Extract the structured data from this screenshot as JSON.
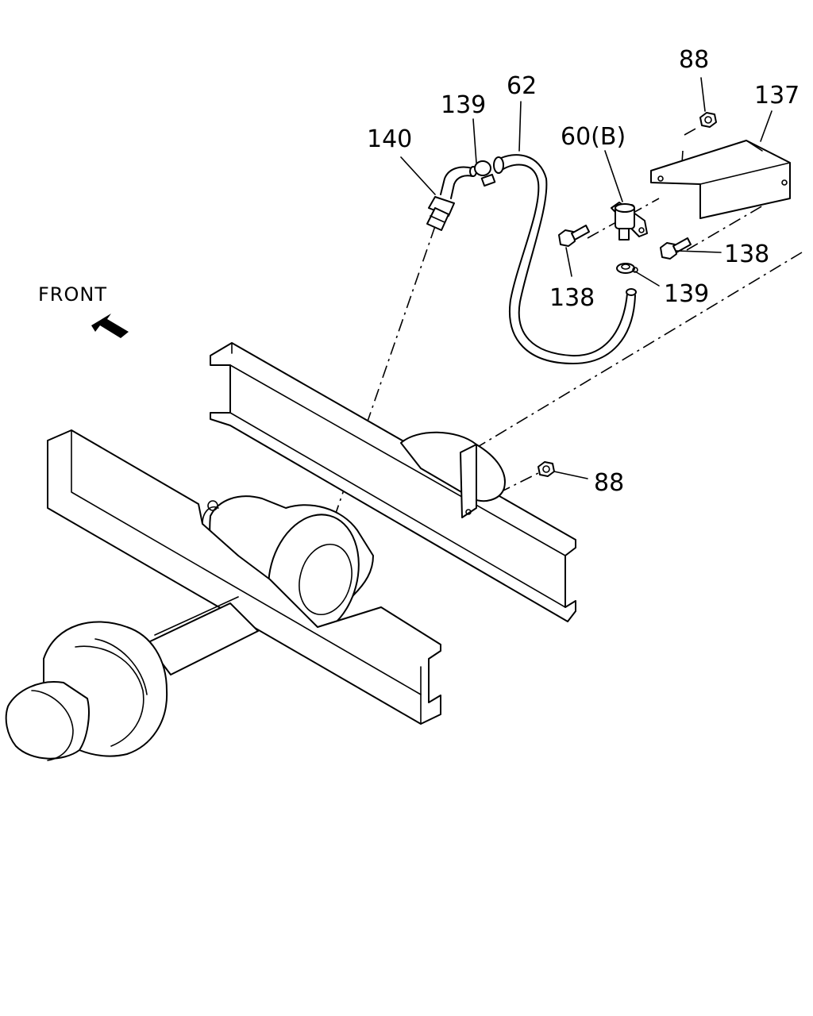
{
  "diagram": {
    "direction_label": "FRONT",
    "callouts": {
      "c88_top": "88",
      "c137": "137",
      "c62": "62",
      "c139_top": "139",
      "c140": "140",
      "c60b": "60(B)",
      "c138_right": "138",
      "c138_left": "138",
      "c139_bottom": "139",
      "c88_mid": "88"
    }
  }
}
